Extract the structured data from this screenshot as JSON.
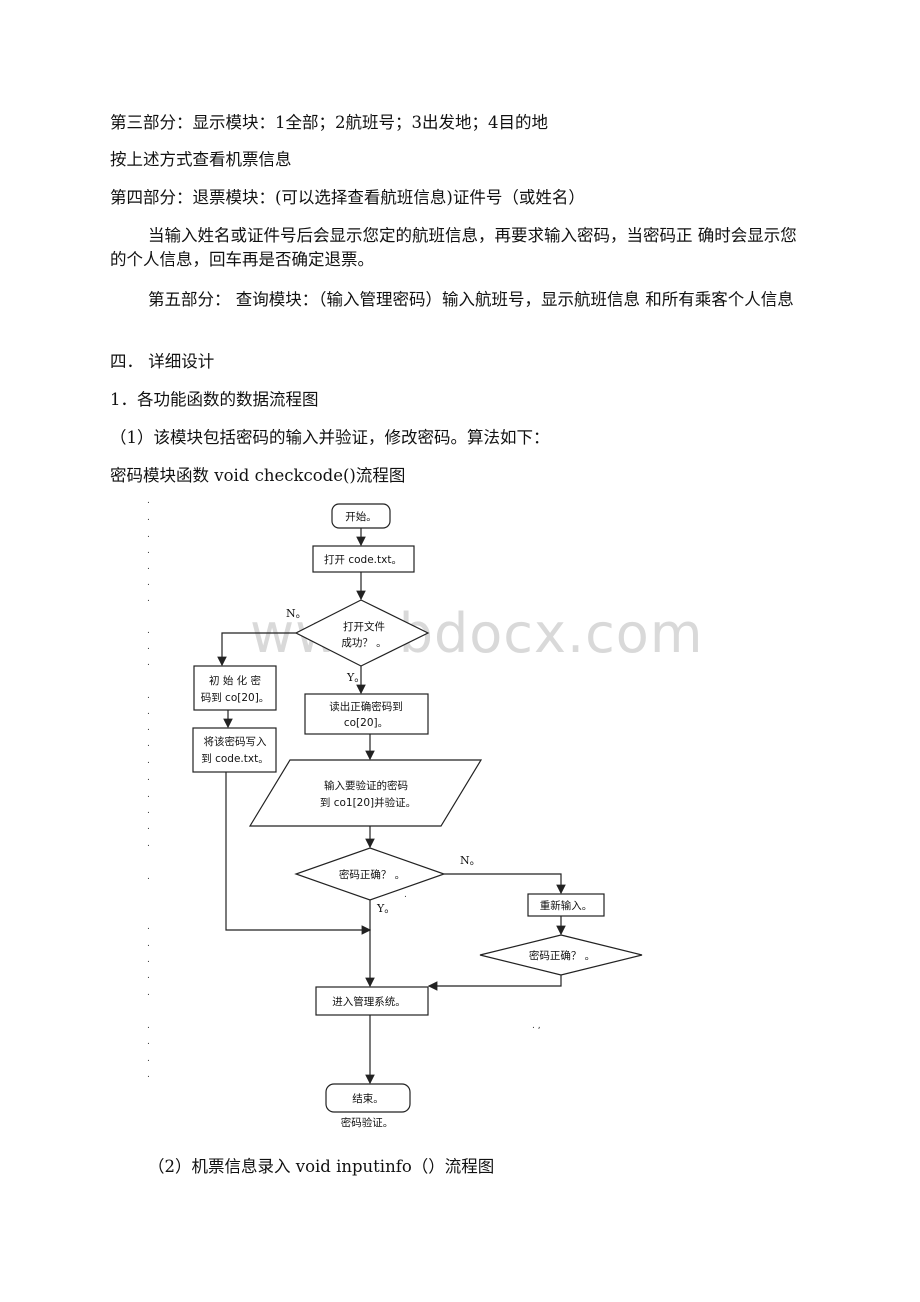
{
  "paragraphs": [
    "第三部分：显示模块：1全部；2航班号；3出发地；4目的地",
    "按上述方式查看机票信息",
    "第四部分：退票模块：(可以选择查看航班信息)证件号（或姓名）",
    "当输入姓名或证件号后会显示您定的航班信息，再要求输入密码，当密码正 确时会显示您的个人信息，回车再是否确定退票。",
    "第五部分： 查询模块：（输入管理密码）输入航班号，显示航班信息 和所有乘客个人信息",
    "四． 详细设计",
    "1．各功能函数的数据流程图",
    "（1）该模块包括密码的输入并验证，修改密码。算法如下：",
    "密码模块函数 void checkcode()流程图"
  ],
  "watermark": "www.bdocx.com",
  "flowchart": {
    "start": "开始。",
    "open_file": "打开 code.txt。",
    "open_ok_line1": "打开文件",
    "open_ok_line2": "成功？ 。",
    "no_label_1": "N。",
    "yes_label_1": "Y。",
    "init_line1": "初 始 化 密",
    "init_line2": "码到 co[20]。",
    "write_line1": "将该密码写入",
    "write_line2": "到 code.txt。",
    "read_line1": "读出正确密码到",
    "read_line2": "co[20]。",
    "input_line1": "输入要验证的密码",
    "input_line2": "到 co1[20]并验证。",
    "check1": "密码正确？ 。",
    "no_label_2": "N。",
    "yes_label_2": "Y。",
    "reinput": "重新输入。",
    "check2": "密码正确？ 。",
    "enter_system": "进入管理系统。",
    "end": "结束。",
    "caption": "密码验证。"
  },
  "caption_after": "（2）机票信息录入 void inputinfo（）流程图"
}
